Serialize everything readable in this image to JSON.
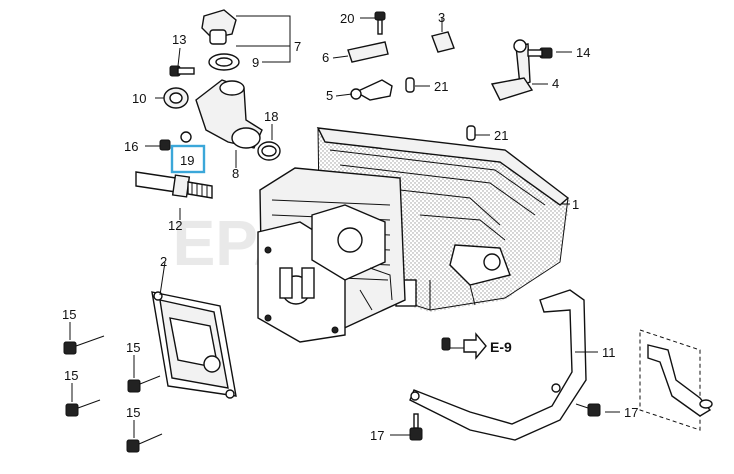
{
  "diagram": {
    "highlight_color": "#3ba7d9",
    "callouts": [
      {
        "id": "c1",
        "label": "1"
      },
      {
        "id": "c2",
        "label": "2"
      },
      {
        "id": "c3",
        "label": "3"
      },
      {
        "id": "c4",
        "label": "4"
      },
      {
        "id": "c5",
        "label": "5"
      },
      {
        "id": "c6",
        "label": "6"
      },
      {
        "id": "c7",
        "label": "7"
      },
      {
        "id": "c8",
        "label": "8"
      },
      {
        "id": "c9",
        "label": "9"
      },
      {
        "id": "c10",
        "label": "10"
      },
      {
        "id": "c11",
        "label": "11"
      },
      {
        "id": "c12",
        "label": "12"
      },
      {
        "id": "c13",
        "label": "13"
      },
      {
        "id": "c14",
        "label": "14"
      },
      {
        "id": "c15a",
        "label": "15"
      },
      {
        "id": "c15b",
        "label": "15"
      },
      {
        "id": "c15c",
        "label": "15"
      },
      {
        "id": "c15d",
        "label": "15"
      },
      {
        "id": "c16",
        "label": "16"
      },
      {
        "id": "c17a",
        "label": "17"
      },
      {
        "id": "c17b",
        "label": "17"
      },
      {
        "id": "c18",
        "label": "18"
      },
      {
        "id": "c19",
        "label": "19",
        "highlighted": true
      },
      {
        "id": "c20",
        "label": "20"
      },
      {
        "id": "c21a",
        "label": "21"
      },
      {
        "id": "c21b",
        "label": "21"
      }
    ],
    "reference": {
      "label": "E-9"
    },
    "watermark_text": "EPARTS"
  }
}
